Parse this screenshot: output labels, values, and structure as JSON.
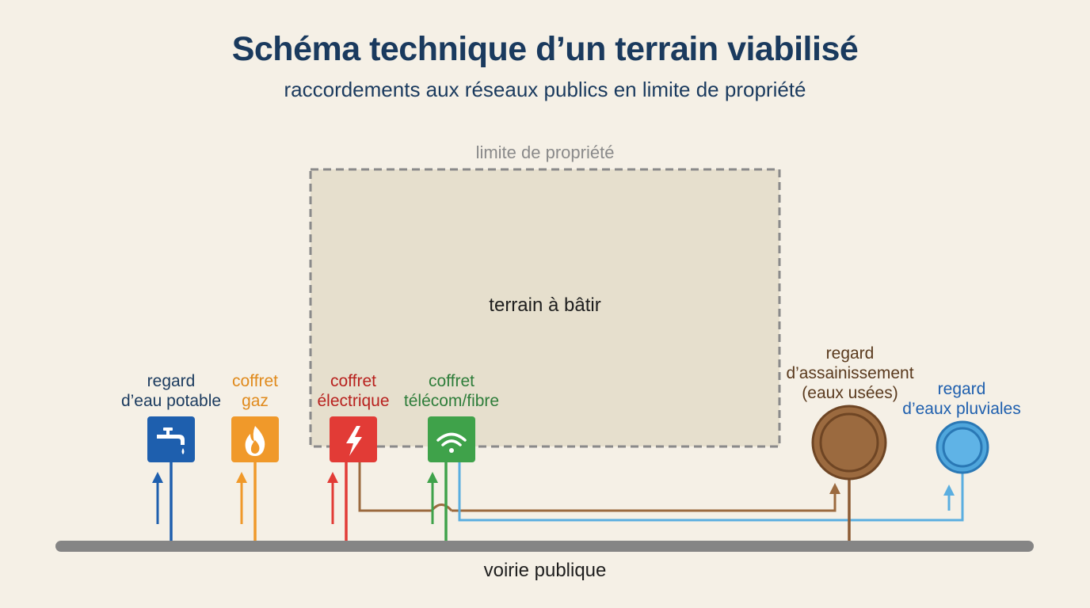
{
  "title": "Schéma technique d’un terrain viabilisé",
  "subtitle": "raccordements aux réseaux publics en limite de propriété",
  "property": {
    "boundary_label": "limite de propriété",
    "lot_label": "terrain à bâtir"
  },
  "road": {
    "label": "voirie publique"
  },
  "networks": {
    "water": {
      "label_lines": [
        "regard",
        "d’eau potable"
      ],
      "color": "#1e5fae",
      "icon": "faucet-icon"
    },
    "gas": {
      "label_lines": [
        "coffret",
        "gaz"
      ],
      "color": "#f0992a",
      "icon": "flame-icon"
    },
    "electric": {
      "label_lines": [
        "coffret",
        "électrique"
      ],
      "color": "#e23b36",
      "icon": "lightning-icon"
    },
    "telecom": {
      "label_lines": [
        "coffret",
        "télécom/fibre"
      ],
      "color": "#3fa24a",
      "icon": "wifi-icon"
    },
    "sewage": {
      "label_lines": [
        "regard",
        "d’assainissement",
        "(eaux usées)"
      ],
      "color": "#8b5a33",
      "icon": "manhole-icon"
    },
    "stormwater": {
      "label_lines": [
        "regard",
        "d’eaux pluviales"
      ],
      "color": "#4fa6dc",
      "icon": "manhole-icon"
    }
  }
}
